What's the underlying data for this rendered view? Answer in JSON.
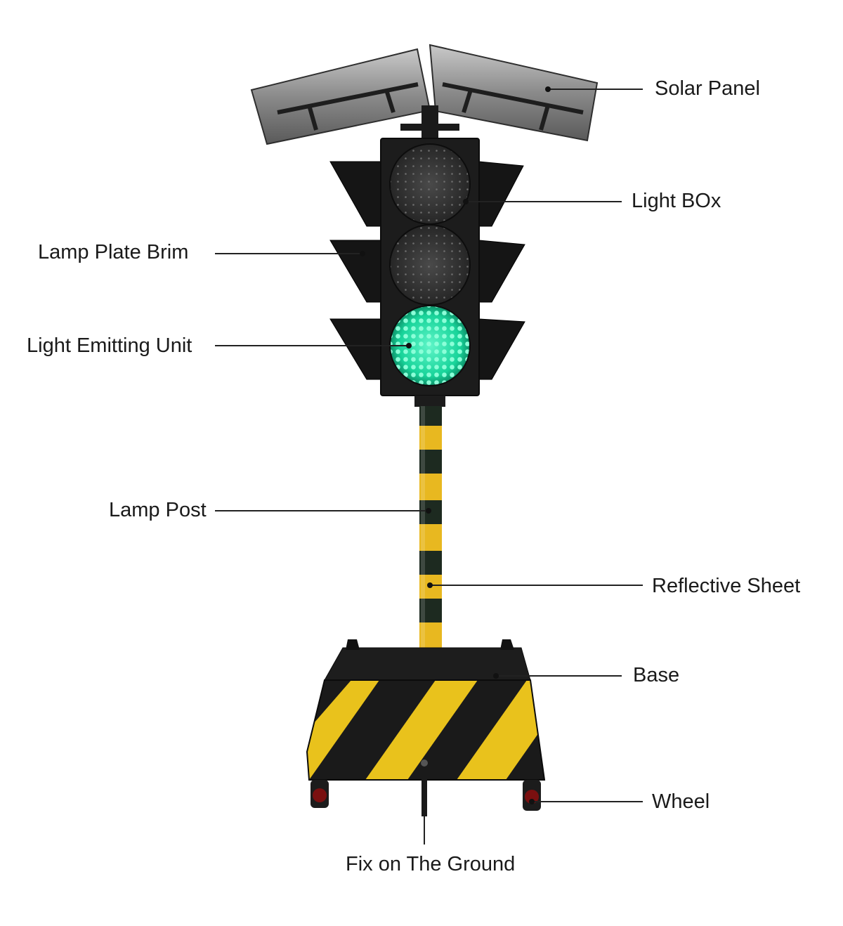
{
  "labels": {
    "solar_panel": "Solar Panel",
    "light_box": "Light BOx",
    "lamp_plate_brim": "Lamp Plate Brim",
    "light_emitting_unit": "Light Emitting Unit",
    "lamp_post": "Lamp Post",
    "reflective_sheet": "Reflective Sheet",
    "base": "Base",
    "wheel": "Wheel",
    "fix_on_the_ground": "Fix on The Ground"
  },
  "lit_lamp": "green",
  "colors": {
    "housing": "#1c1c1c",
    "lamp_off": "#3a3a3a",
    "lamp_green": "#1fd9a0",
    "post_yellow": "#e8b820",
    "post_dark": "#1d2a20",
    "stripe_yellow": "#e9c21c",
    "stripe_black": "#1a1a1a",
    "leader_line": "#222222"
  }
}
